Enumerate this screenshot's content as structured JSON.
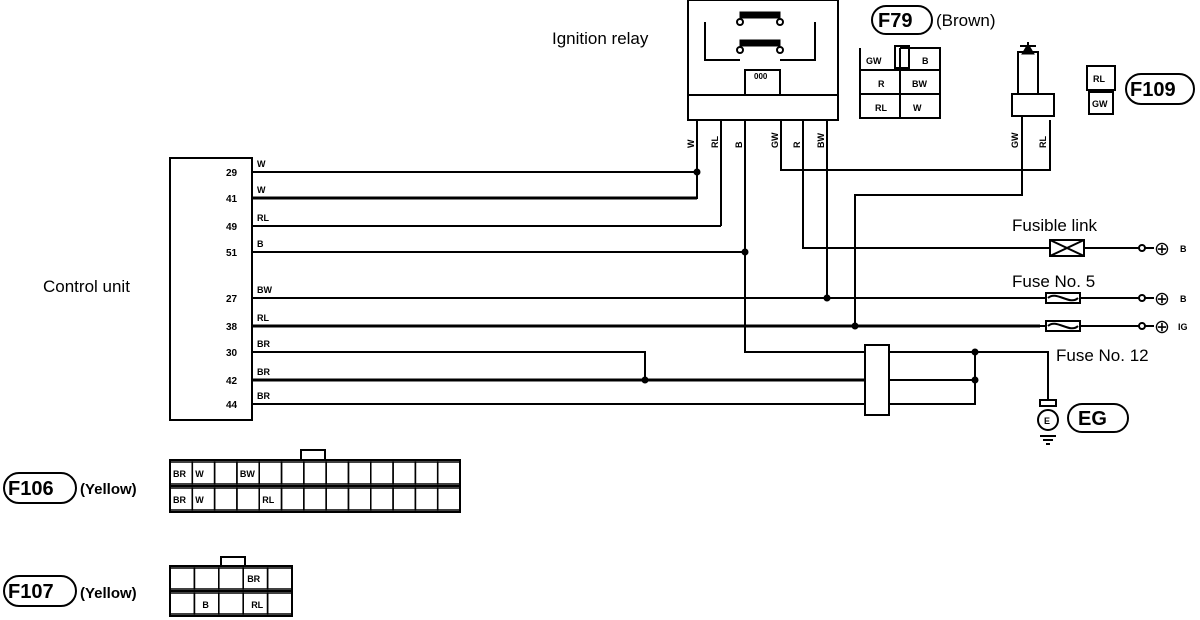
{
  "labels": {
    "ignition_relay": "Ignition relay",
    "control_unit": "Control unit",
    "fusible_link": "Fusible link",
    "fuse5": "Fuse No. 5",
    "fuse12": "Fuse No. 12",
    "eg": "EG",
    "e": "E",
    "plus": "⊕",
    "b_suffix": "B",
    "ig_suffix": "IG"
  },
  "connectors": {
    "f79": {
      "id": "F79",
      "color": "(Brown)",
      "cells": [
        "GW",
        "B",
        "R",
        "BW",
        "RL",
        "W"
      ]
    },
    "f109": {
      "id": "F109",
      "cells": [
        "RL",
        "GW"
      ]
    },
    "f106": {
      "id": "F106",
      "color": "(Yellow)",
      "top": [
        "BR",
        "W",
        "",
        "BW",
        "",
        "",
        "",
        "",
        "",
        "",
        "",
        "",
        ""
      ],
      "bottom": [
        "BR",
        "W",
        "",
        "",
        "RL",
        "",
        "",
        "",
        "",
        "",
        "",
        "",
        ""
      ]
    },
    "f107": {
      "id": "F107",
      "color": "(Yellow)",
      "top": [
        "",
        "",
        "",
        "BR",
        ""
      ],
      "bottom": [
        "",
        "B",
        "",
        "RL",
        ""
      ]
    }
  },
  "control_unit_pins": [
    {
      "pin": "29",
      "wire": "W"
    },
    {
      "pin": "41",
      "wire": "W"
    },
    {
      "pin": "49",
      "wire": "RL"
    },
    {
      "pin": "51",
      "wire": "B"
    },
    {
      "pin": "27",
      "wire": "BW"
    },
    {
      "pin": "38",
      "wire": "RL"
    },
    {
      "pin": "30",
      "wire": "BR"
    },
    {
      "pin": "42",
      "wire": "BR"
    },
    {
      "pin": "44",
      "wire": "BR"
    }
  ],
  "relay_wires": [
    "W",
    "RL",
    "B",
    "GW",
    "R",
    "BW"
  ],
  "diode_wires": [
    "GW",
    "RL"
  ],
  "relay_coil": "000"
}
